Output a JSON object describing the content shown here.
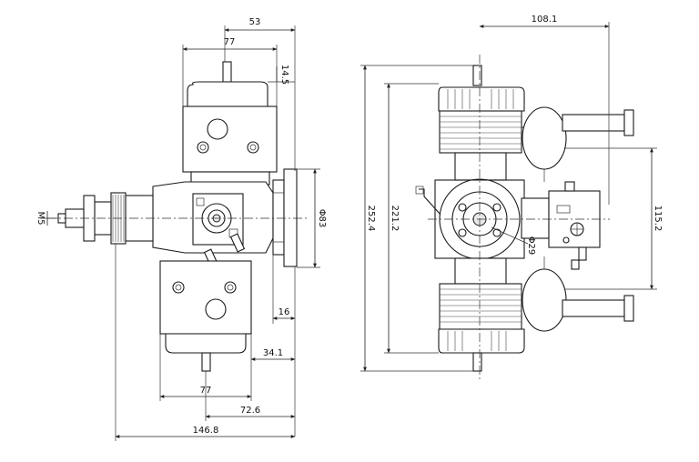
{
  "left_view": {
    "dims": {
      "top_overall": "53",
      "head_width_top": "77",
      "top_offset": "14.5",
      "hub_diameter": "Φ83",
      "bottom_offset": "16",
      "lower_offset": "34.1",
      "head_width_bottom": "77",
      "mount_length": "72.6",
      "overall_length": "146.8",
      "shaft_thread": "M5"
    }
  },
  "right_view": {
    "dims": {
      "top_offset": "108.1",
      "overall_height": "252.4",
      "cyl_span": "221.2",
      "muffler_spacing": "115.2",
      "bore_diameter": "Φ29"
    }
  },
  "colors": {
    "line": "#1a1a1a",
    "background": "#ffffff"
  }
}
